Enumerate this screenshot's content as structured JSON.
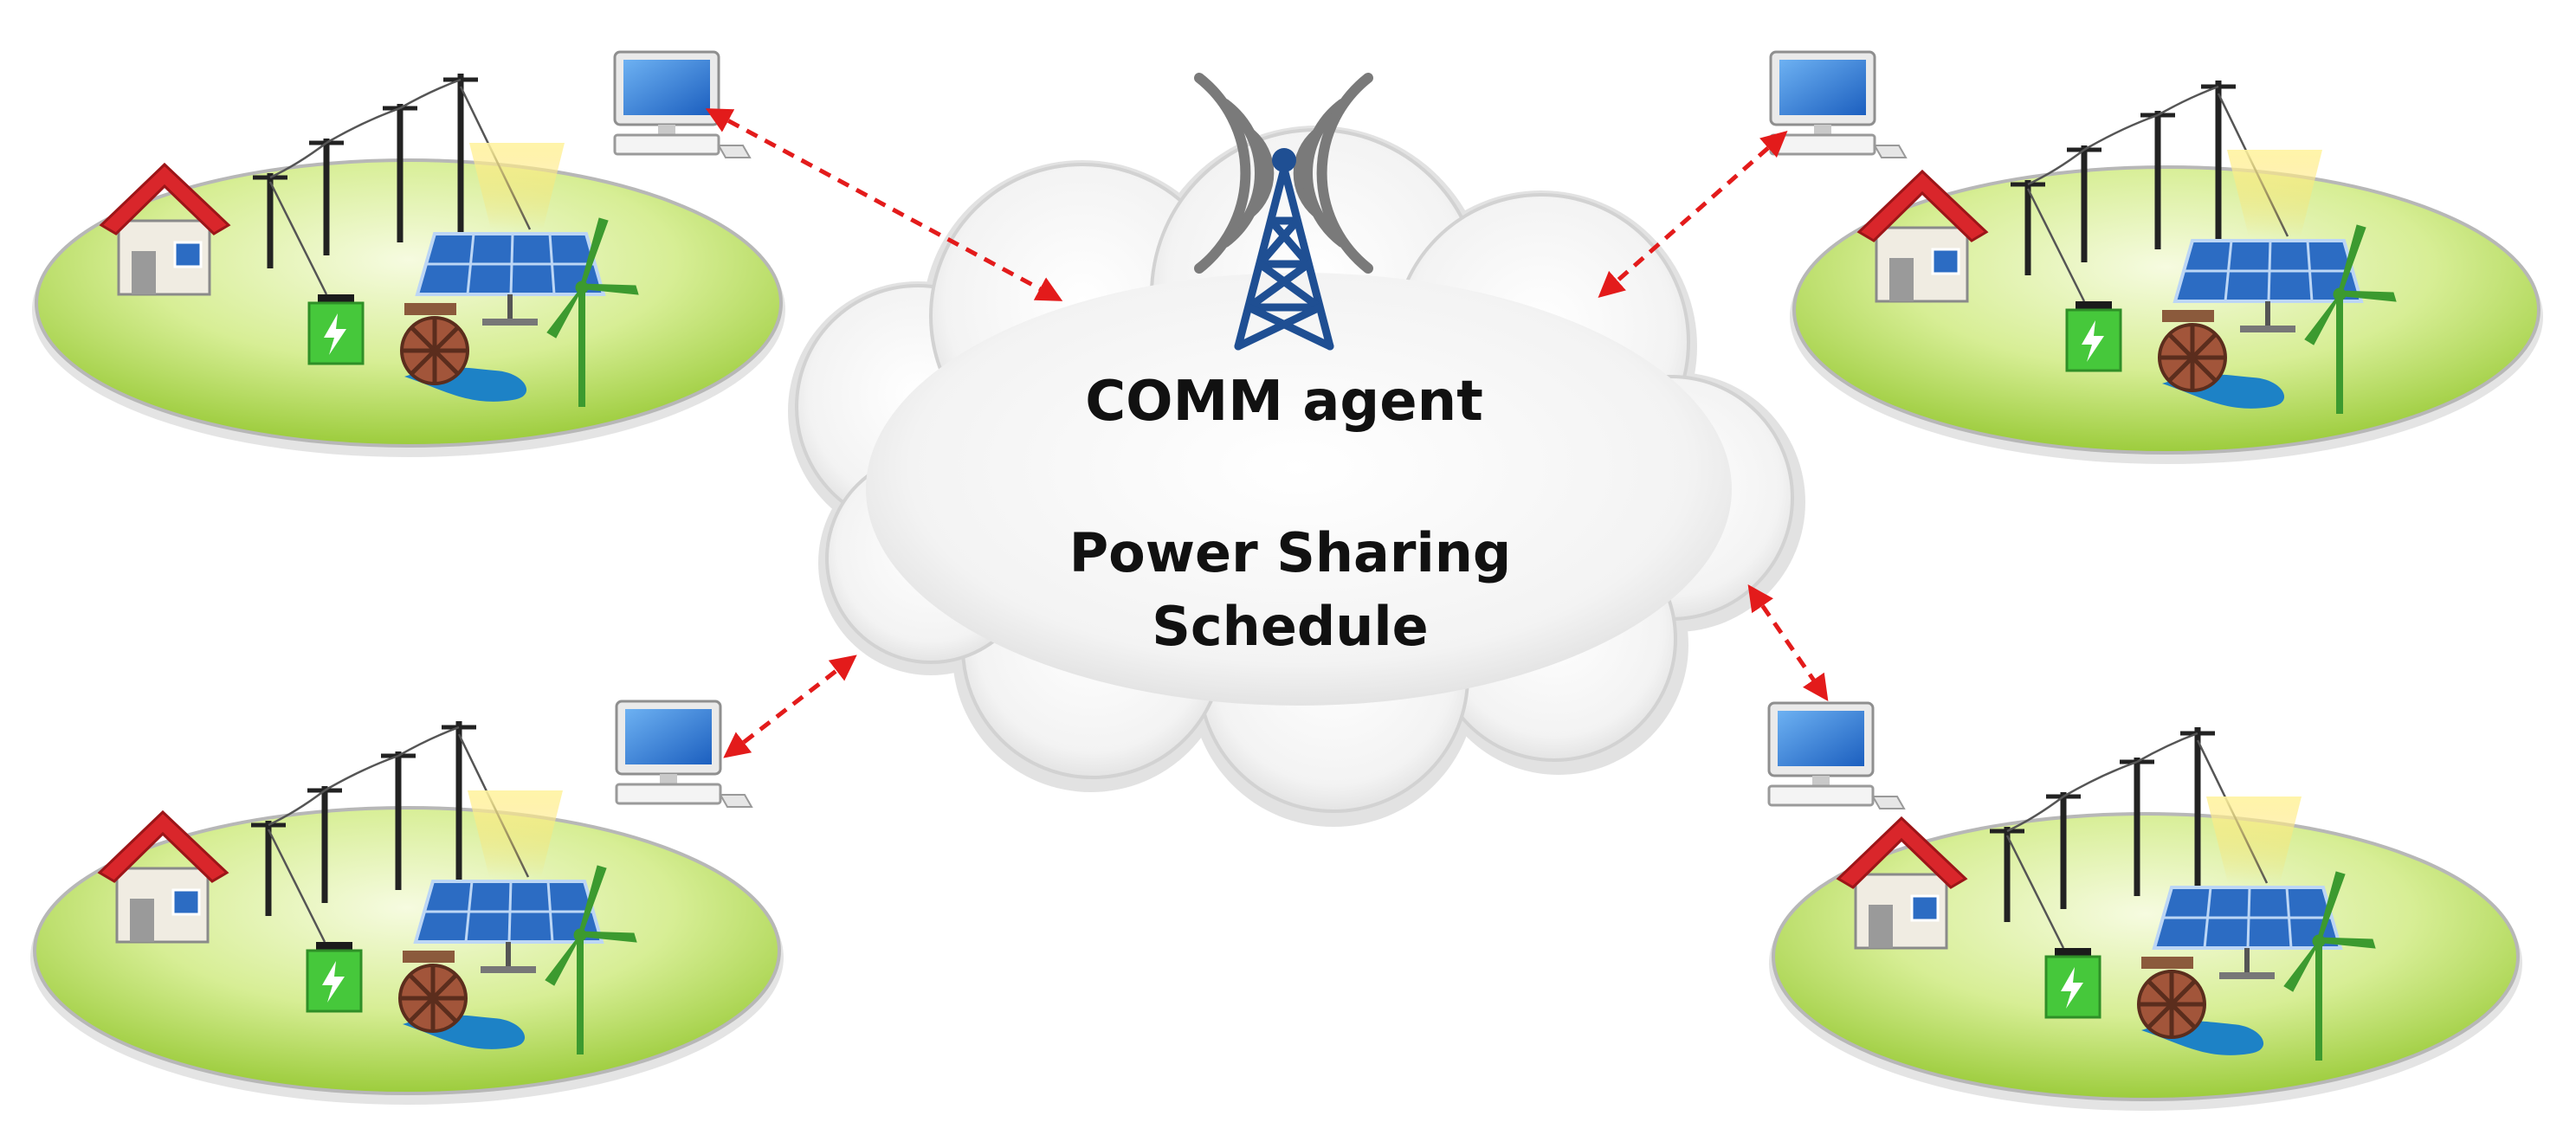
{
  "cloud": {
    "title": "COMM agent",
    "line1": "Power Sharing",
    "line2": "Schedule"
  },
  "colors": {
    "island_fill_light": "#f1f9d0",
    "island_fill_dark": "#a9d64a",
    "link": "#e31b1b",
    "tower": "#1f4f93",
    "house_roof": "#d9262b",
    "battery": "#46c83b",
    "panel": "#2c6cc3",
    "turbine": "#3c9a2f"
  },
  "icons": {
    "tower": "radio-tower-icon",
    "computer": "desktop-computer-icon",
    "house": "house-icon",
    "battery": "battery-icon",
    "solar": "solar-panel-icon",
    "wind": "wind-turbine-icon",
    "hydro": "water-wheel-icon",
    "poles": "power-pole-icon"
  },
  "microgrids": [
    {
      "id": "top-left"
    },
    {
      "id": "top-right"
    },
    {
      "id": "bottom-left"
    },
    {
      "id": "bottom-right"
    }
  ]
}
